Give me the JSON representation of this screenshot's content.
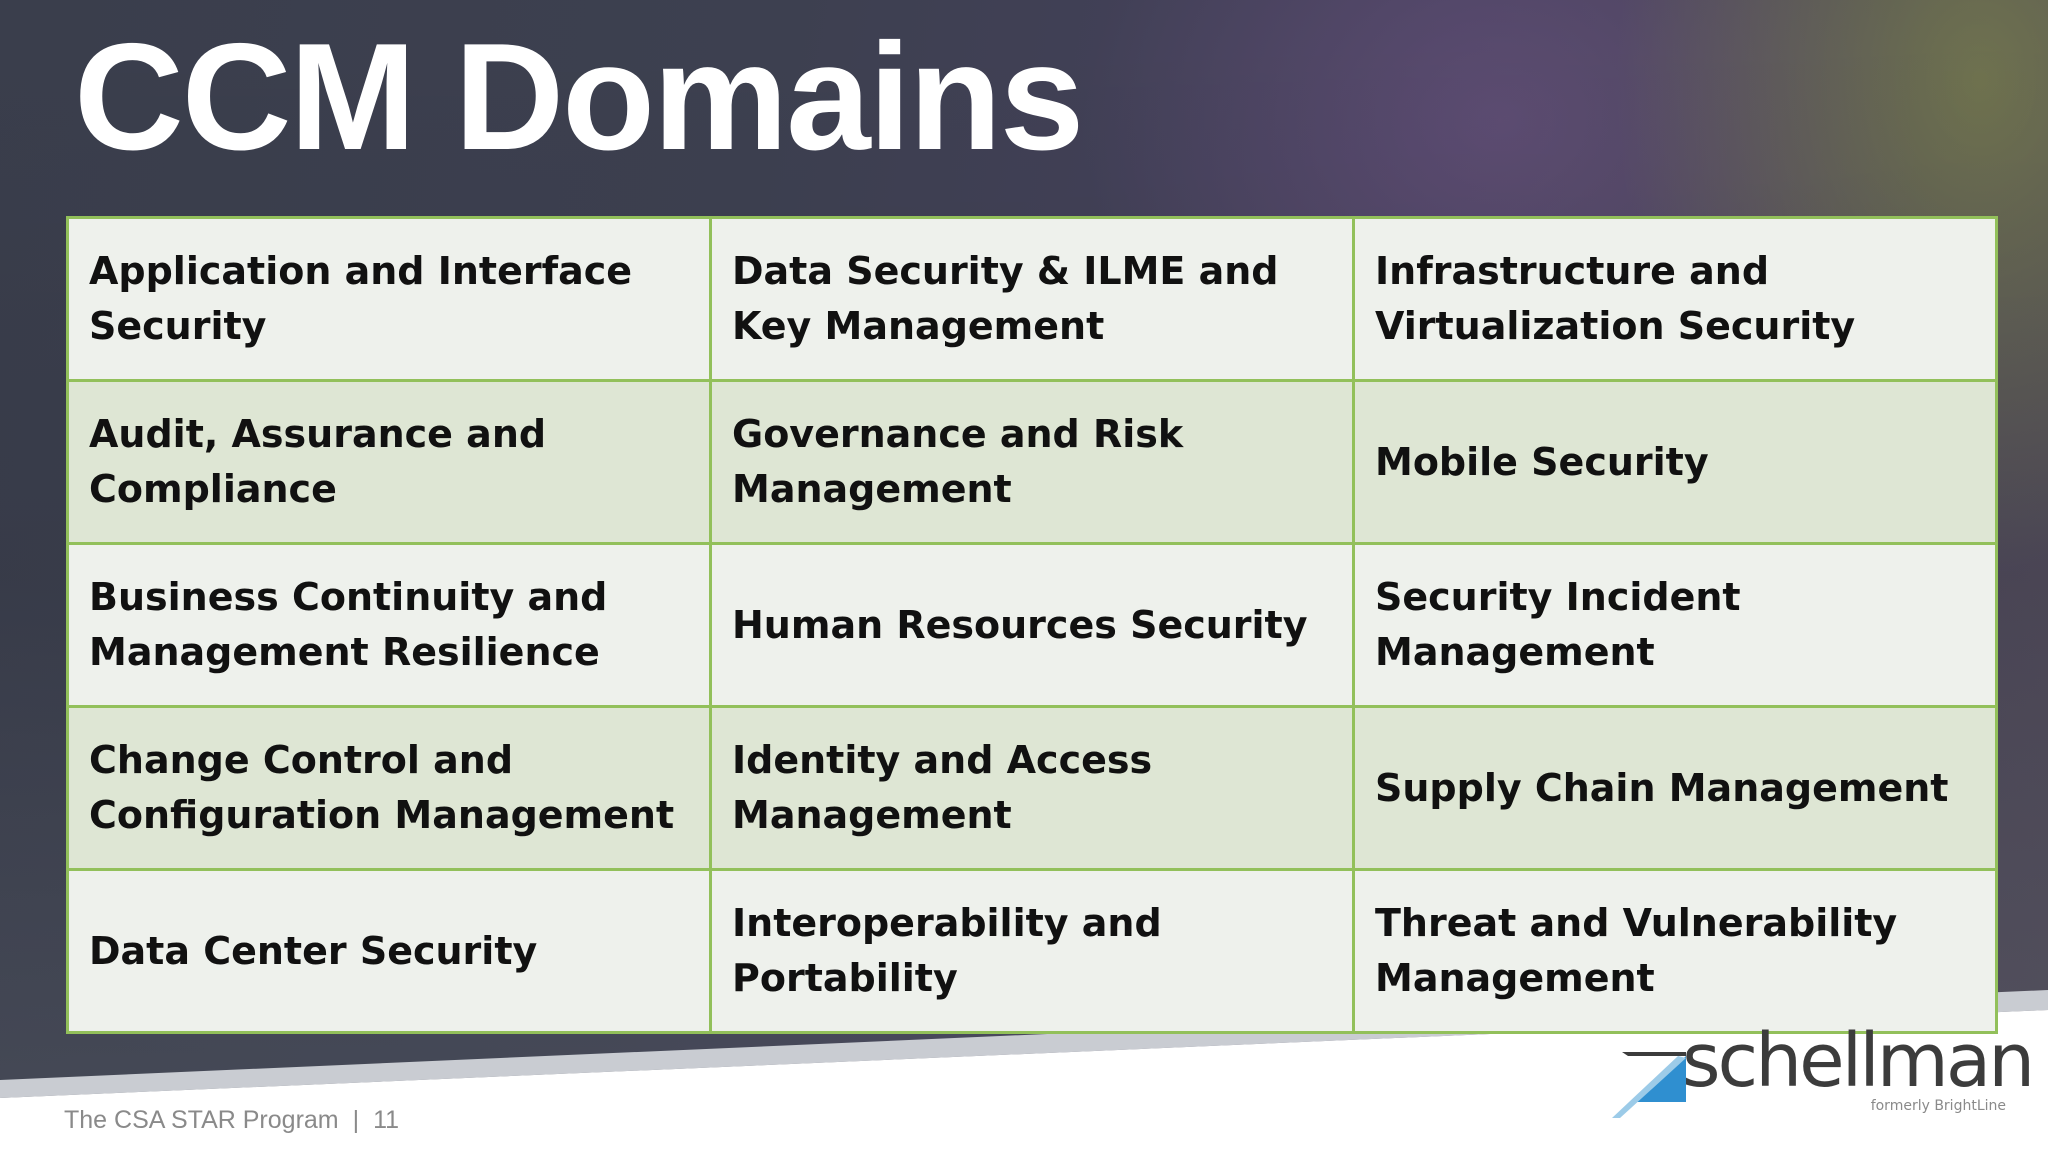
{
  "slide": {
    "title": "CCM Domains"
  },
  "domains": {
    "rows": [
      [
        "Application and Interface Security",
        "Data Security & ILME and Key Management",
        "Infrastructure and Virtualization Security"
      ],
      [
        "Audit, Assurance and Compliance",
        "Governance and Risk Management",
        "Mobile Security"
      ],
      [
        "Business Continuity and Management Resilience",
        "Human Resources Security",
        "Security Incident Management"
      ],
      [
        "Change Control and Configuration Management",
        "Identity and Access Management",
        "Supply Chain Management"
      ],
      [
        "Data Center Security",
        "Interoperability and Portability",
        "Threat and Vulnerability Management"
      ]
    ]
  },
  "footer": {
    "program": "The CSA STAR Program",
    "separator": "|",
    "page_number": "11"
  },
  "logo": {
    "name": "schellman",
    "tagline": "formerly BrightLine"
  },
  "colors": {
    "table_border": "#92c05a",
    "row_light": "#eef1ec",
    "row_tinted": "#dee6d4",
    "logo_blue": "#2f8fd0"
  }
}
